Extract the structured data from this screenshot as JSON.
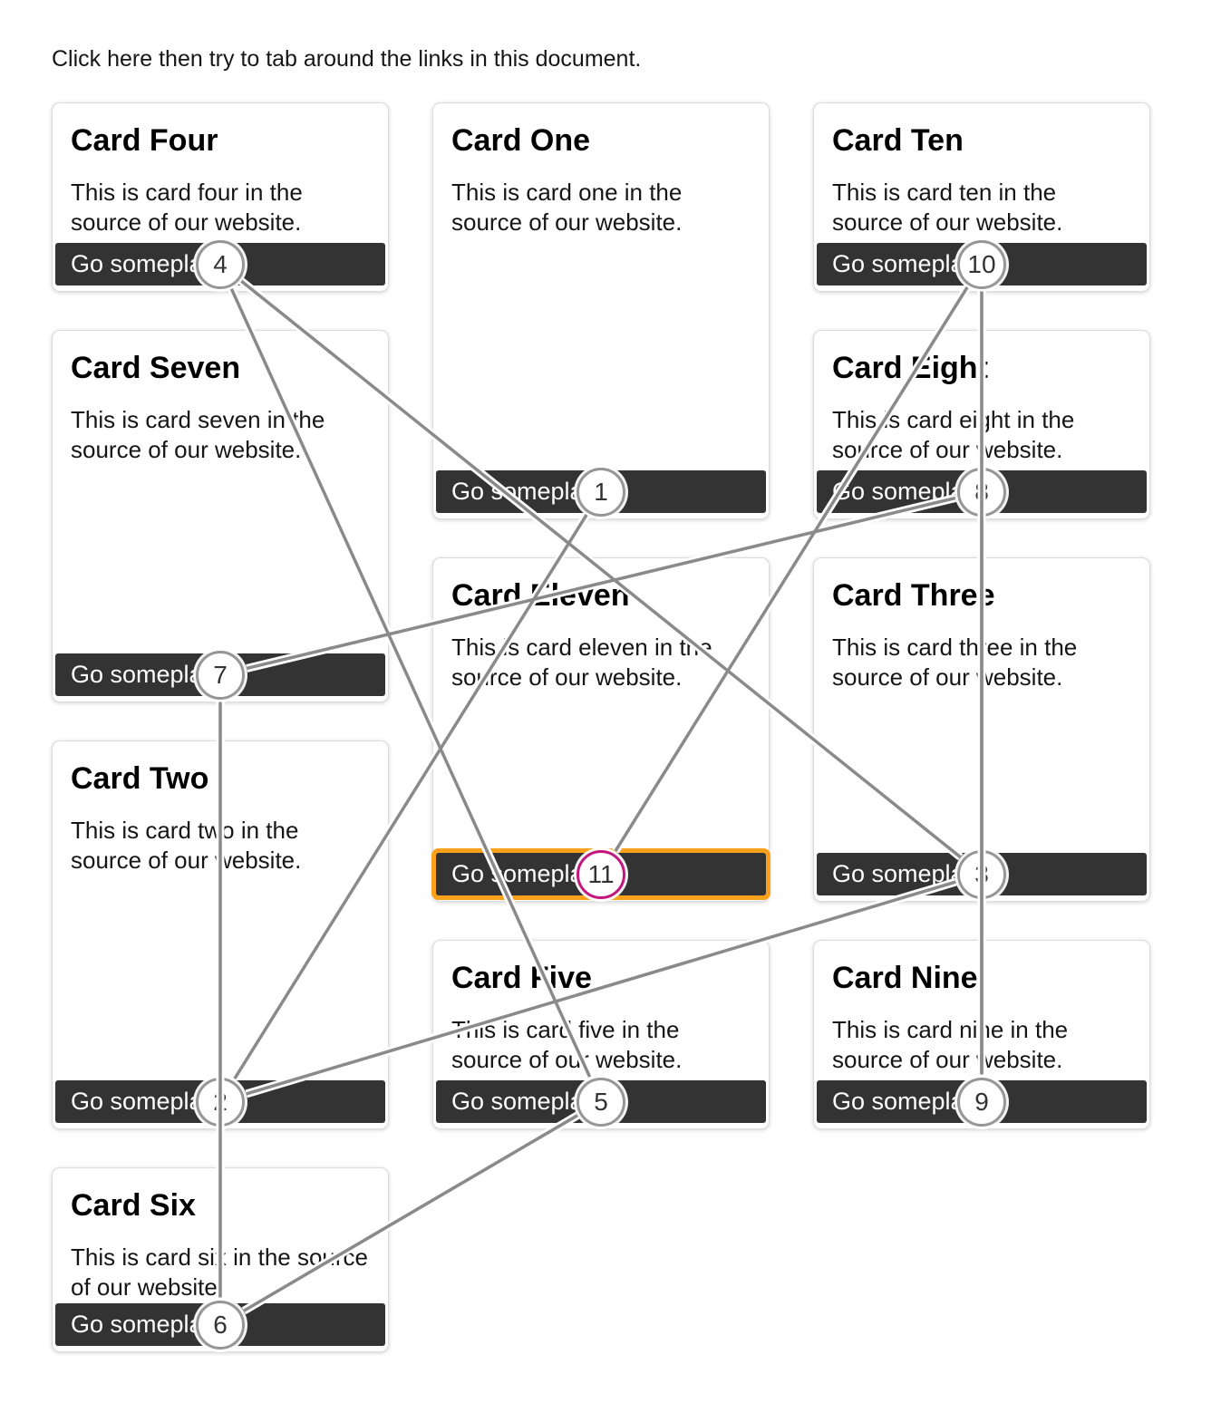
{
  "page": {
    "instruction": "Click here then try to tab around the links in this document."
  },
  "tab_visualization": {
    "current_stop": 11,
    "total_stops": 11,
    "marker_numbers": [
      1,
      2,
      3,
      4,
      5,
      6,
      7,
      8,
      9,
      10,
      11
    ],
    "colors": {
      "line": "#8a8a8a",
      "line_casing": "#ffffff",
      "marker_border": "#969696",
      "current_marker_border": "#c2187d",
      "focus_outline": "#f9a11b",
      "button_bg": "#333333"
    }
  },
  "columns": [
    {
      "cards": [
        {
          "title": "Card Four",
          "text": "This is card four in the source of our website.",
          "button_label": "Go someplace",
          "tab_number": 4
        },
        {
          "title": "Card Seven",
          "text": "This is card seven in the source of our website.",
          "button_label": "Go someplace",
          "tab_number": 7
        },
        {
          "title": "Card Two",
          "text": "This is card two in the source of our website.",
          "button_label": "Go someplace",
          "tab_number": 2
        },
        {
          "title": "Card Six",
          "text": "This is card six in the source of our website.",
          "button_label": "Go someplace",
          "tab_number": 6
        }
      ]
    },
    {
      "cards": [
        {
          "title": "Card One",
          "text": "This is card one in the source of our website.",
          "button_label": "Go someplace",
          "tab_number": 1
        },
        {
          "title": "Card Eleven",
          "text": "This is card eleven in the source of our website.",
          "button_label": "Go someplace",
          "tab_number": 11,
          "focused": true
        },
        {
          "title": "Card Five",
          "text": "This is card five in the source of our website.",
          "button_label": "Go someplace",
          "tab_number": 5
        }
      ]
    },
    {
      "cards": [
        {
          "title": "Card Ten",
          "text": "This is card ten in the source of our website.",
          "button_label": "Go someplace",
          "tab_number": 10
        },
        {
          "title": "Card Eight",
          "text": "This is card eight in the source of our website.",
          "button_label": "Go someplace",
          "tab_number": 8
        },
        {
          "title": "Card Three",
          "text": "This is card three in the source of our website.",
          "button_label": "Go someplace",
          "tab_number": 3
        },
        {
          "title": "Card Nine",
          "text": "This is card nine in the source of our website.",
          "button_label": "Go someplace",
          "tab_number": 9
        }
      ]
    }
  ]
}
